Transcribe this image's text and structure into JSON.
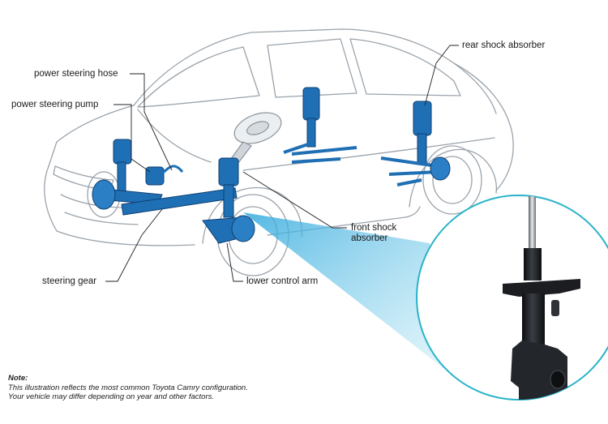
{
  "labels": {
    "power_steering_hose": "power steering hose",
    "power_steering_pump": "power steering pump",
    "rear_shock_absorber": "rear shock absorber",
    "front_shock_absorber_line1": "front shock",
    "front_shock_absorber_line2": "absorber",
    "steering_gear": "steering gear",
    "lower_control_arm": "lower control arm"
  },
  "note": {
    "title": "Note:",
    "line1": "This illustration reflects the most common Toyota Camry configuration.",
    "line2": "Your vehicle may differ depending on year and other factors."
  },
  "colors": {
    "car_outline": "#9aa3ab",
    "suspension": "#1f6fb5",
    "suspension_dark": "#0e3f73",
    "callout_ring": "#29b3c9",
    "beam": "#5ec6e6",
    "leader": "#222222",
    "shock_body": "#1b1d21"
  }
}
